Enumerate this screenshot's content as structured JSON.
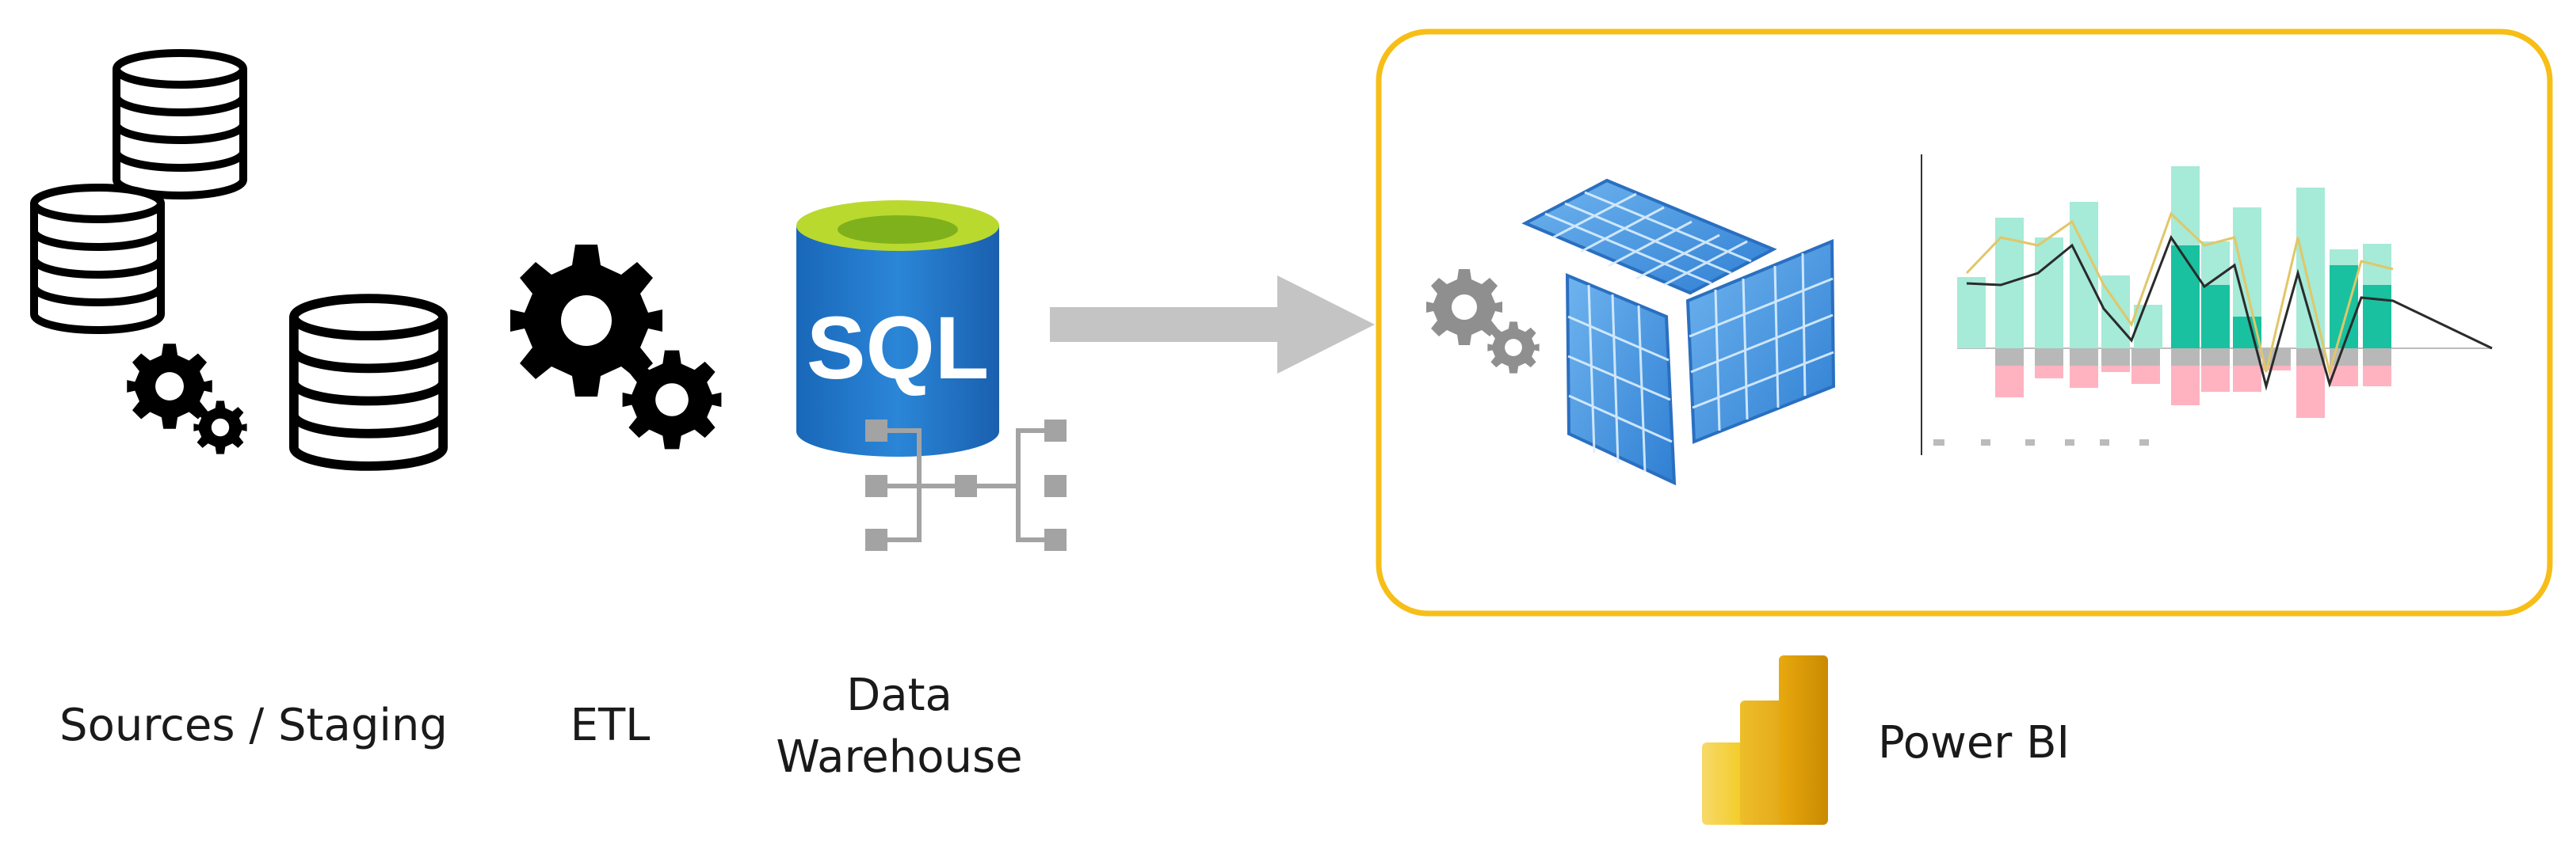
{
  "diagram": {
    "stages": [
      {
        "id": "sources",
        "label": "Sources / Staging",
        "icons": [
          "database-icon",
          "database-icon",
          "database-icon",
          "gears-icon"
        ]
      },
      {
        "id": "etl",
        "label": "ETL",
        "icons": [
          "gears-icon"
        ]
      },
      {
        "id": "warehouse",
        "label_line1": "Data",
        "label_line2": "Warehouse",
        "icon_text": "SQL",
        "icons": [
          "sql-database-icon",
          "schema-hierarchy-icon"
        ]
      },
      {
        "id": "powerbi",
        "label": "Power BI",
        "icons": [
          "analysis-services-cube-icon",
          "gears-icon",
          "report-chart-thumbnail",
          "power-bi-logo-icon"
        ]
      }
    ],
    "flow": [
      "warehouse",
      "powerbi"
    ],
    "colors": {
      "highlight_border": "#f6be17",
      "sql_blue": "#1f74c8",
      "sql_top": "#a8cf2a",
      "arrow": "#c4c4c4",
      "powerbi_yellow": "#f2c811"
    }
  }
}
